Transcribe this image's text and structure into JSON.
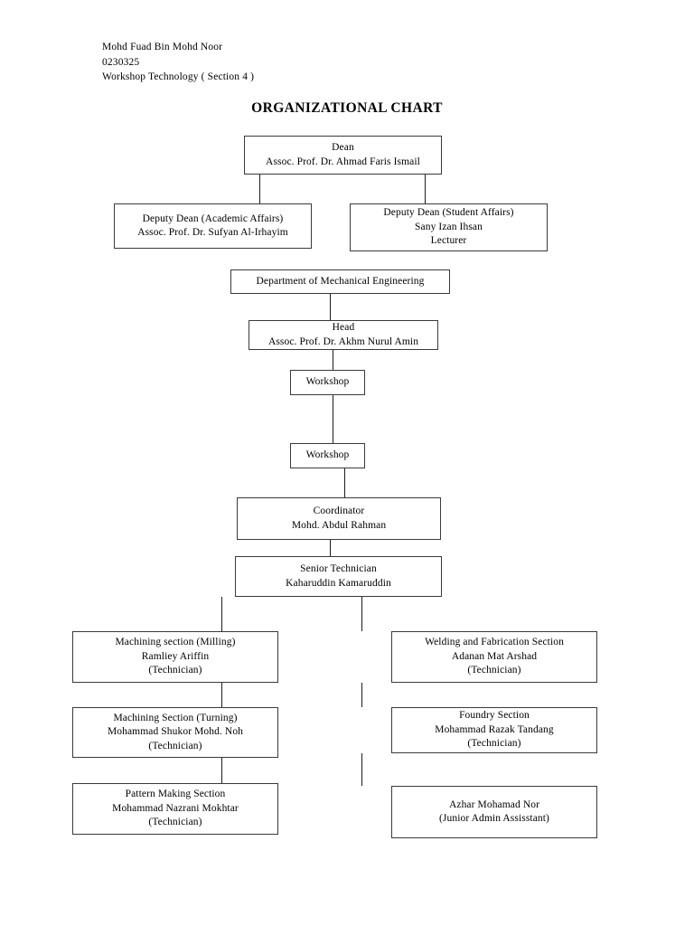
{
  "header": {
    "student_name": "Mohd Fuad Bin Mohd Noor",
    "matric_number": "0230325",
    "course": "Workshop Technology ( Section 4 )"
  },
  "title": "ORGANIZATIONAL CHART",
  "chart_data": {
    "type": "diagram",
    "title": "ORGANIZATIONAL CHART",
    "nodes": [
      {
        "id": "dean",
        "lines": [
          "Dean",
          "Assoc. Prof. Dr. Ahmad Faris Ismail"
        ]
      },
      {
        "id": "deputy-dean-academic",
        "lines": [
          "Deputy Dean (Academic Affairs)",
          "Assoc. Prof. Dr. Sufyan Al-Irhayim"
        ]
      },
      {
        "id": "deputy-dean-student",
        "lines": [
          "Deputy Dean (Student Affairs)",
          "Sany Izan Ihsan",
          "Lecturer"
        ]
      },
      {
        "id": "department",
        "lines": [
          "Department of Mechanical Engineering"
        ]
      },
      {
        "id": "head",
        "lines": [
          "Head",
          "Assoc. Prof. Dr. Akhm Nurul Amin"
        ]
      },
      {
        "id": "workshop-1",
        "lines": [
          "Workshop"
        ]
      },
      {
        "id": "workshop-2",
        "lines": [
          "Workshop"
        ]
      },
      {
        "id": "coordinator",
        "lines": [
          "Coordinator",
          "Mohd. Abdul Rahman"
        ]
      },
      {
        "id": "senior-technician",
        "lines": [
          "Senior Technician",
          "Kaharuddin Kamaruddin"
        ]
      },
      {
        "id": "machining-milling",
        "lines": [
          "Machining section (Milling)",
          "Ramliey Ariffin",
          "(Technician)"
        ]
      },
      {
        "id": "machining-turning",
        "lines": [
          "Machining Section (Turning)",
          "Mohammad Shukor Mohd. Noh",
          "(Technician)"
        ]
      },
      {
        "id": "pattern-making",
        "lines": [
          "Pattern Making Section",
          "Mohammad Nazrani Mokhtar",
          "(Technician)"
        ]
      },
      {
        "id": "welding-fabrication",
        "lines": [
          "Welding and Fabrication Section",
          "Adanan Mat Arshad",
          "(Technician)"
        ]
      },
      {
        "id": "foundry",
        "lines": [
          "Foundry Section",
          "Mohammad Razak Tandang",
          "(Technician)"
        ]
      },
      {
        "id": "junior-admin",
        "lines": [
          "Azhar Mohamad Nor",
          "(Junior Admin Assisstant)"
        ]
      }
    ],
    "edges": [
      [
        "dean",
        "deputy-dean-academic"
      ],
      [
        "dean",
        "deputy-dean-student"
      ],
      [
        "department",
        "head"
      ],
      [
        "head",
        "workshop-1"
      ],
      [
        "workshop-1",
        "workshop-2"
      ],
      [
        "workshop-2",
        "coordinator"
      ],
      [
        "coordinator",
        "senior-technician"
      ],
      [
        "senior-technician",
        "machining-milling"
      ],
      [
        "senior-technician",
        "welding-fabrication"
      ],
      [
        "machining-milling",
        "machining-turning"
      ],
      [
        "machining-turning",
        "pattern-making"
      ],
      [
        "welding-fabrication",
        "foundry"
      ],
      [
        "foundry",
        "junior-admin"
      ]
    ],
    "colors": {
      "box_border": "#3a3a3a",
      "connector": "#1c1c1c",
      "background": "#ffffff",
      "text": "#000000"
    }
  }
}
